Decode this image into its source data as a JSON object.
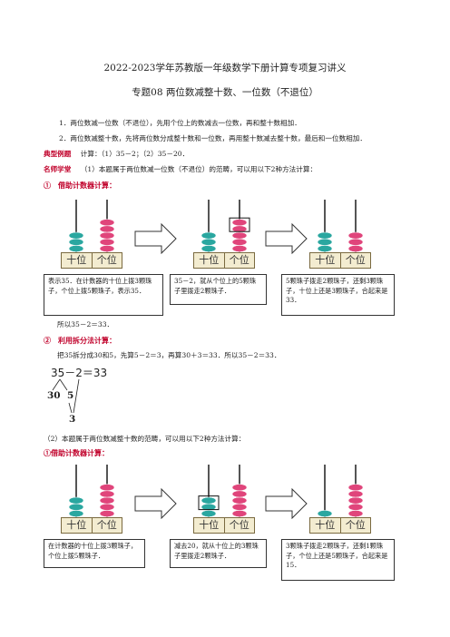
{
  "header": {
    "title": "2022-2023学年苏教版一年级数学下册计算专项复习讲义",
    "subtitle": "专题08 两位数减整十数、一位数（不退位）"
  },
  "rules": {
    "r1": "1．两位数减一位数（不退位），先用个位上的数减去一位数，再和整十数相加．",
    "r2": "2．两位数减整十数，先将两位数分成整十数和一位数，再用整十数减去整十数，最后和一位数相加．"
  },
  "example": {
    "label": "典型例题",
    "text": "计算：（1）35－2；（2）35－20．"
  },
  "teacher": {
    "label": "名师学堂",
    "text": "（1）本题属于两位数减一位数（不退位）的范畴，可以用以下2种方法计算："
  },
  "method1": {
    "heading": "①　借助计数器计算：",
    "box1": "表示35．在计数器的十位上拨3颗珠子，个位上拨5颗珠子，表示35．",
    "box2": "35－2，就从个位上的5颗珠子里拨走2颗珠子．",
    "box3": "5颗珠子拨走2颗珠子，还剩3颗珠子，十位上还是3颗珠子，合起来是33．",
    "conclusion": "所以35－2＝33．"
  },
  "method2": {
    "heading": "②　利用拆分法计算：",
    "text": "把35拆分成30和5，先算5－2＝3，再算30＋3＝33．所以35－2＝33．",
    "equation": "35－2＝33",
    "left": "30",
    "right": "5",
    "result": "3"
  },
  "part2": {
    "text": "（2）本题属于两位数减整十数的范畴，可以用以下2种方法计算：",
    "heading": "①借助计数器计算：",
    "box1": "在计数器的十位上拨3颗珠子，个位上拨5颗珠子．",
    "box2": "减去20，就从十位上的3颗珠子里拨走2颗珠子．",
    "box3": "3颗珠子拨走2颗珠子，还剩1颗珠子，个位上还是5颗珠子，合起来是15．"
  },
  "abacus": {
    "tens_label": "十位",
    "ones_label": "个位",
    "tens_color": "#2aa7a0",
    "ones_color": "#e0457b",
    "states": [
      {
        "tens": 3,
        "ones": 5
      },
      {
        "tens": 3,
        "ones": 5
      },
      {
        "tens": 3,
        "ones": 3
      },
      {
        "tens": 3,
        "ones": 5
      },
      {
        "tens": 3,
        "ones": 5
      },
      {
        "tens": 1,
        "ones": 5
      }
    ]
  }
}
